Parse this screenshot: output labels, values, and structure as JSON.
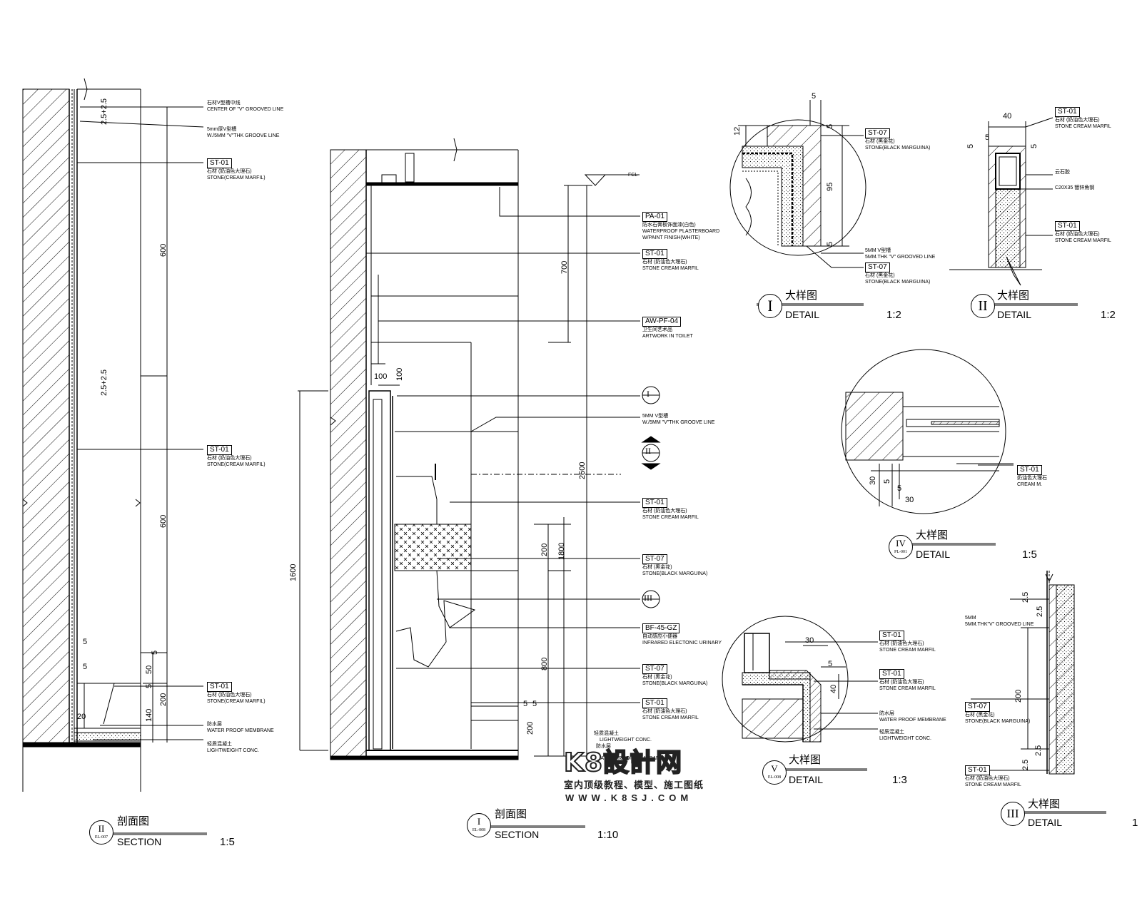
{
  "left_section": {
    "annotations": [
      {
        "cn": "石材V型槽中线",
        "en": "CENTER OF \"V\" GROOVED LINE"
      },
      {
        "cn": "5mm厚V型槽",
        "en": "W./5MM \"V\"THK GROOVE LINE"
      },
      {
        "code": "ST-01",
        "cn": "石材 (奶油色大理石)",
        "en": "STONE(CREAM MARFIL)"
      },
      {
        "code": "ST-01",
        "cn": "石材 (奶油色大理石)",
        "en": "STONE(CREAM MARFIL)"
      },
      {
        "code": "ST-01",
        "cn": "石材 (奶油色大理石)",
        "en": "STONE(CREAM MARFIL)"
      },
      {
        "cn": "防水层",
        "en": "WATER PROOF MEMBRANE"
      },
      {
        "cn": "轻质混凝土",
        "en": "LIGHTWEIGHT CONC."
      }
    ],
    "dims": [
      "2.5+2.5",
      "600",
      "2.5+2.5",
      "600",
      "5",
      "5",
      "5",
      "50",
      "5",
      "200",
      "140",
      "20"
    ],
    "title": {
      "symbol": "II",
      "ref": "EL-007",
      "cn": "剖面图",
      "en": "SECTION",
      "scale": "1:5"
    }
  },
  "mid_section": {
    "fcl": "FCL",
    "annotations": [
      {
        "code": "PA-01",
        "cn": "防水石膏板饰面漆(白色)",
        "en1": "WATERPROOF PLASTERBOARD",
        "en2": "W/PAINT FINISH(WHITE)"
      },
      {
        "code": "ST-01",
        "cn": "石材 (奶油色大理石)",
        "en1": "STONE CREAM MARFIL"
      },
      {
        "code": "AW-PF-04",
        "cn": "卫生间艺术品",
        "en1": "ARTWORK IN TOILET"
      },
      {
        "cn": "5MM V型槽",
        "en1": "W./5MM \"V\"THK GROOVE LINE"
      },
      {
        "code": "ST-01",
        "cn": "石材 (奶油色大理石)",
        "en1": "STONE CREAM MARFIL"
      },
      {
        "code": "ST-07",
        "cn": "石材 (黑金花)",
        "en1": "STONE(BLACK MARGUINA)"
      },
      {
        "code": "BF-45-GZ",
        "cn": "自动感应小便器",
        "en1": "INFRARED ELECTONIC URINARY"
      },
      {
        "code": "ST-07",
        "cn": "石材 (黑金花)",
        "en1": "STONE(BLACK MARGUINA)"
      },
      {
        "code": "ST-01",
        "cn": "石材 (奶油色大理石)",
        "en1": "STONE CREAM MARFIL"
      },
      {
        "cn": "轻质混凝土",
        "en1": "LIGHTWEIGHT CONC."
      },
      {
        "cn": "防水层",
        "en1": "WATER PROOF MEMBRANE"
      }
    ],
    "callouts": [
      "I",
      "II",
      "III"
    ],
    "dims": [
      "700",
      "2500",
      "200",
      "1800",
      "800",
      "1600",
      "100",
      "100",
      "5",
      "5",
      "200"
    ],
    "title": {
      "symbol": "I",
      "ref": "EL-008",
      "cn": "剖面图",
      "en": "SECTION",
      "scale": "1:10"
    }
  },
  "detail_I": {
    "annotations": [
      {
        "code": "ST-07",
        "cn": "石材 (黑金花)",
        "en": "STONE(BLACK MARGUINA)"
      },
      {
        "cn": "5MM V型槽",
        "en": "5MM.THK \"V\" GROOVED LINE"
      },
      {
        "code": "ST-07",
        "cn": "石材 (黑金花)",
        "en": "STONE(BLACK MARGUINA)"
      }
    ],
    "dims": [
      "5",
      "12",
      "5",
      "95",
      "5"
    ],
    "title": {
      "symbol": "I",
      "cn": "大样图",
      "en": "DETAIL",
      "scale": "1:2"
    }
  },
  "detail_II": {
    "annotations": [
      {
        "code": "ST-01",
        "cn": "石材 (奶油色大理石)",
        "en": "STONE CREAM MARFIL"
      },
      {
        "cn": "云石胶",
        "en": ""
      },
      {
        "cn": "",
        "en": "C20X35 镀锌角钢"
      },
      {
        "code": "ST-01",
        "cn": "石材 (奶油色大理石)",
        "en": "STONE CREAM MARFIL"
      }
    ],
    "dims": [
      "40",
      "5",
      "5",
      "5"
    ],
    "title": {
      "symbol": "II",
      "cn": "大样图",
      "en": "DETAIL",
      "scale": "1:2"
    }
  },
  "detail_IV": {
    "annotations": [
      {
        "code": "ST-01",
        "cn": "奶油色大理石",
        "en": "CREAM M."
      }
    ],
    "dims": [
      "30",
      "5",
      "5",
      "30"
    ],
    "title": {
      "symbol": "IV",
      "ref": "PL-001",
      "cn": "大样图",
      "en": "DETAIL",
      "scale": "1:5"
    }
  },
  "detail_V": {
    "annotations": [
      {
        "code": "ST-01",
        "cn": "石材 (奶油色大理石)",
        "en": "STONE CREAM MARFIL"
      },
      {
        "code": "ST-01",
        "cn": "石材 (奶油色大理石)",
        "en": "STONE CREAM MARFIL"
      },
      {
        "cn": "防水层",
        "en": "WATER PROOF MEMBRANE"
      },
      {
        "cn": "轻质混凝土",
        "en": "LIGHTWEIGHT CONC."
      }
    ],
    "dims": [
      "30",
      "5",
      "40"
    ],
    "title": {
      "symbol": "V",
      "ref": "EL-008",
      "cn": "大样图",
      "en": "DETAIL",
      "scale": "1:3"
    }
  },
  "detail_III": {
    "annotations": [
      {
        "cn": "5MM",
        "en": "5MM.THK\"V\" GROOVED LINE"
      },
      {
        "code": "ST-07",
        "cn": "石材 (黑金花)",
        "en": "STONE(BLACK MARGUINA)"
      },
      {
        "code": "ST-01",
        "cn": "石材 (奶油色大理石)",
        "en": "STONE CREAM MARFIL"
      }
    ],
    "dims": [
      "2.5",
      "2.5",
      "200",
      "2.5",
      "2.5"
    ],
    "title": {
      "symbol": "III",
      "cn": "大样图",
      "en": "DETAIL",
      "scale": "1"
    }
  },
  "watermark": {
    "logo": "K8設計网",
    "slogan": "室内顶级教程、模型、施工图纸",
    "url": "WWW.K8SJ.COM"
  }
}
